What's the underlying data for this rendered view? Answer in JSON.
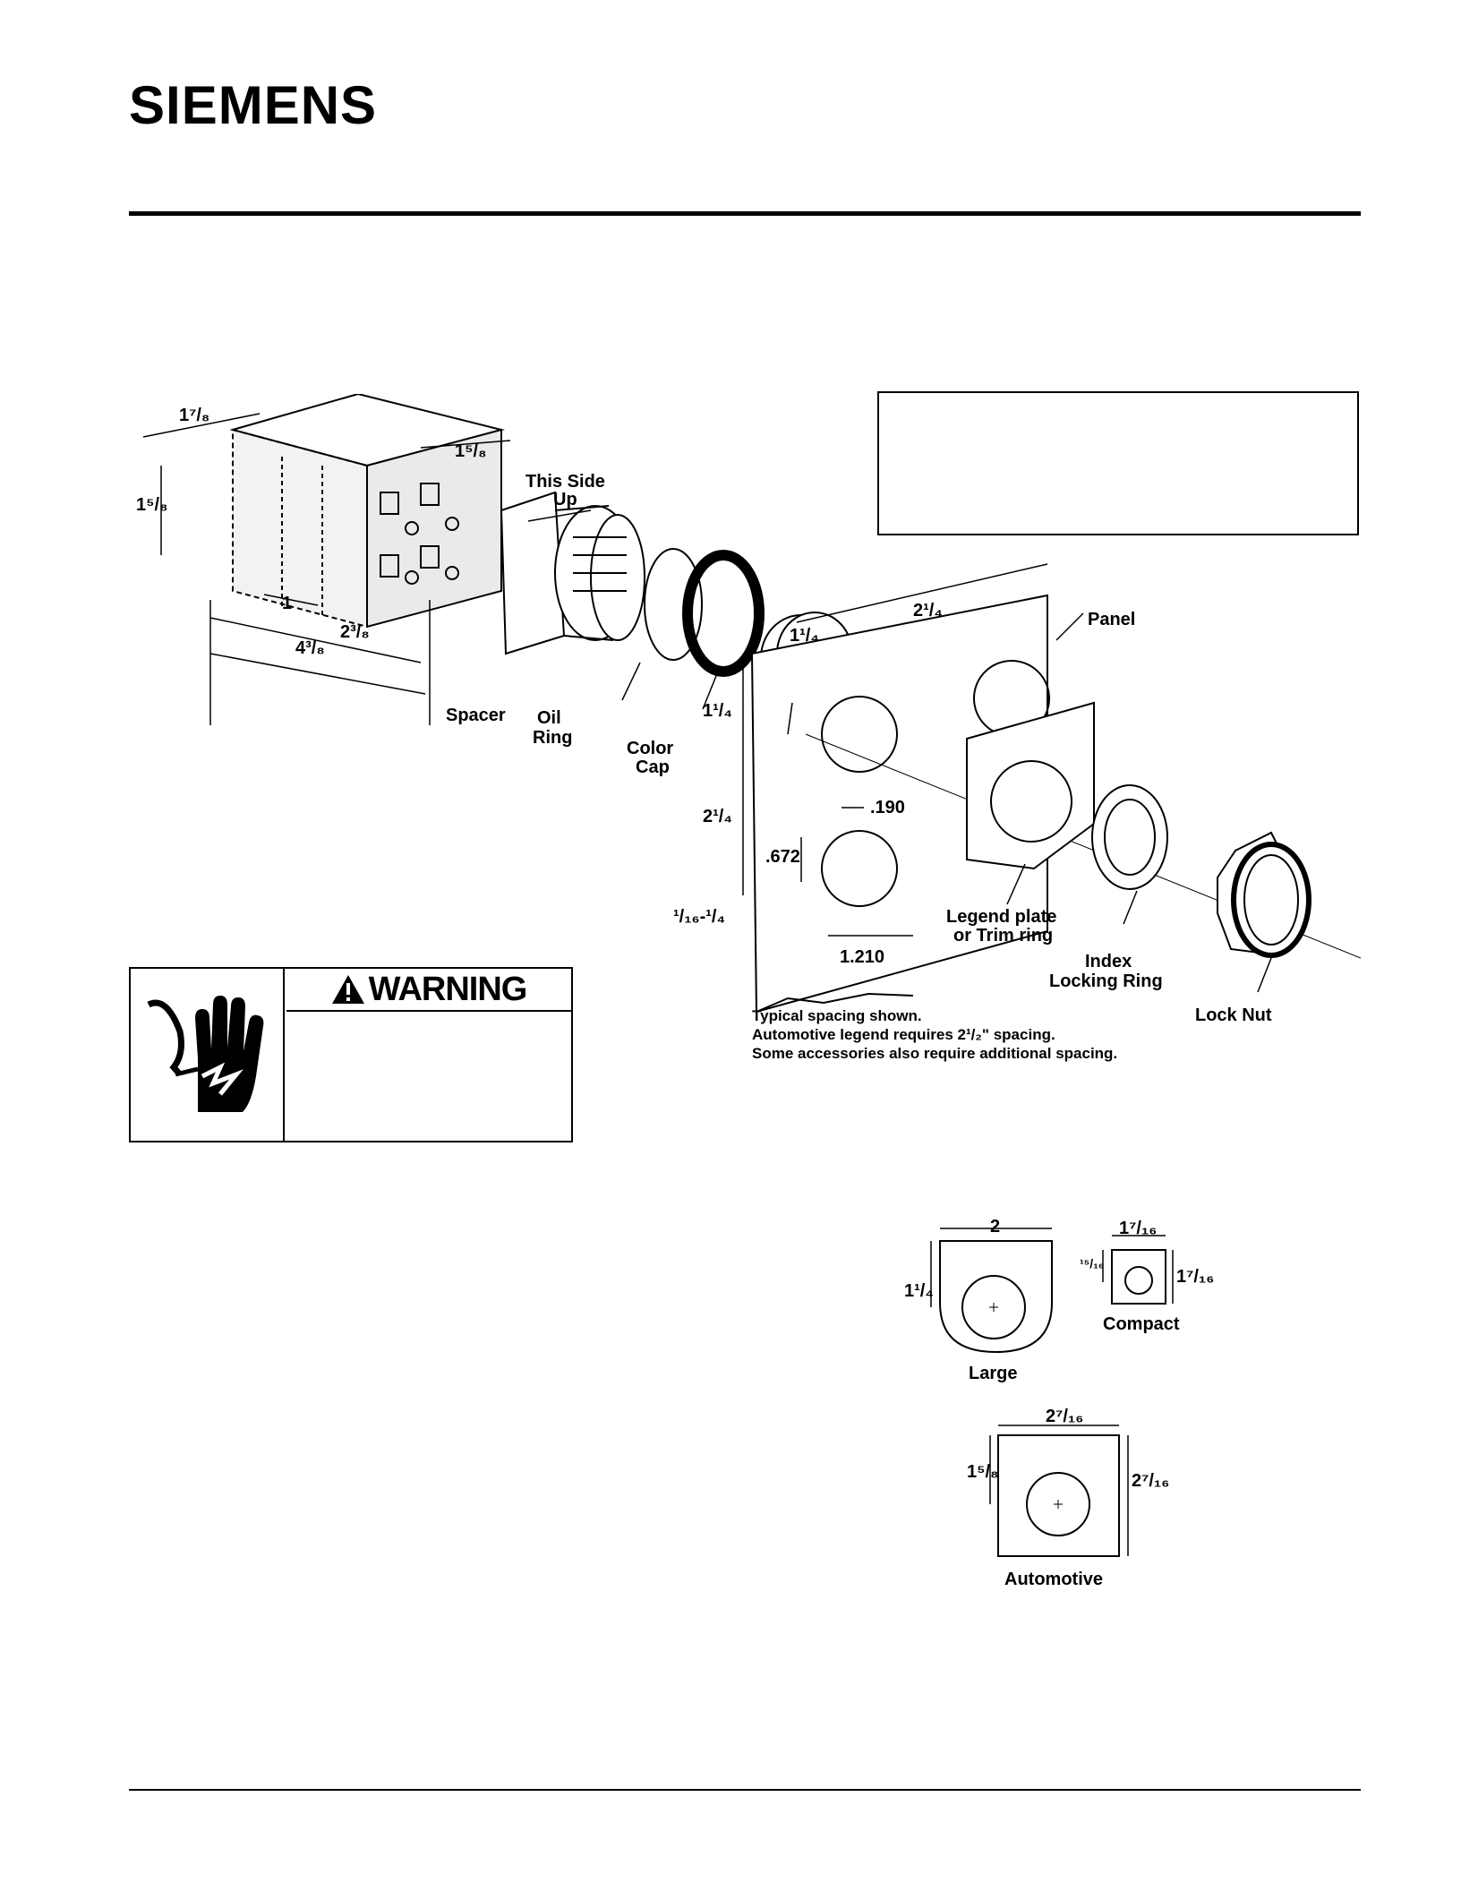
{
  "header": {
    "logo": "SIEMENS"
  },
  "diagram": {
    "dims": {
      "d1": "1⁷/₈",
      "d2": "1⁵/₈",
      "d3": "1⁵/₈",
      "d4": "1",
      "d5": "2³/₈",
      "d6": "4³/₈",
      "d7": "1¹/₄",
      "d8": "2¹/₄",
      "d9": "1¹/₄",
      "d10": "2¹/₄",
      "d11": ".190",
      "d12": ".672",
      "d13": "¹/₁₆-¹/₄",
      "d14": "1.210"
    },
    "labels": {
      "this_side_up_1": "This Side",
      "this_side_up_2": "Up",
      "spacer": "Spacer",
      "oil_ring_1": "Oil",
      "oil_ring_2": "Ring",
      "color_cap_1": "Color",
      "color_cap_2": "Cap",
      "panel": "Panel",
      "legend_plate_1": "Legend plate",
      "legend_plate_2": "or Trim ring",
      "index_ring_1": "Index",
      "index_ring_2": "Locking Ring",
      "lock_nut": "Lock Nut"
    },
    "notes": [
      "Typical spacing shown.",
      "Automotive legend requires 2¹/₂\" spacing.",
      "Some accessories also require additional spacing."
    ]
  },
  "warning": {
    "title": "WARNING",
    "icon": "electric-shock-hand-icon"
  },
  "legend_plates": {
    "large": {
      "label": "Large",
      "width": "2",
      "height": "1¹/₄"
    },
    "compact": {
      "label": "Compact",
      "width": "1⁷/₁₆",
      "height": "1⁷/₁₆",
      "offset": "¹⁵/₁₆"
    },
    "automotive": {
      "label": "Automotive",
      "width": "2⁷/₁₆",
      "height": "2⁷/₁₆",
      "offset": "1⁵/₈"
    }
  }
}
